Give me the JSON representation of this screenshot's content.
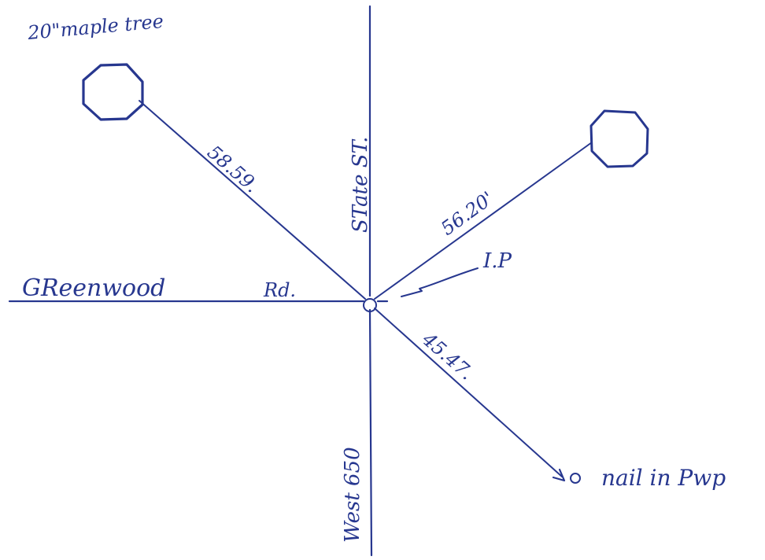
{
  "colors": {
    "ink": "#27378f",
    "paper": "#ffffff"
  },
  "labels": {
    "maple_tree": "20\"maple tree",
    "greenwood": "GReenwood",
    "rd": "Rd.",
    "state_st": "STate ST.",
    "west_650": "West 650",
    "ip": "I.P",
    "nail": "nail in Pwp"
  },
  "distances": {
    "to_maple": "58.59.",
    "to_right_tree": "56.20'",
    "to_nail": "45.47."
  }
}
